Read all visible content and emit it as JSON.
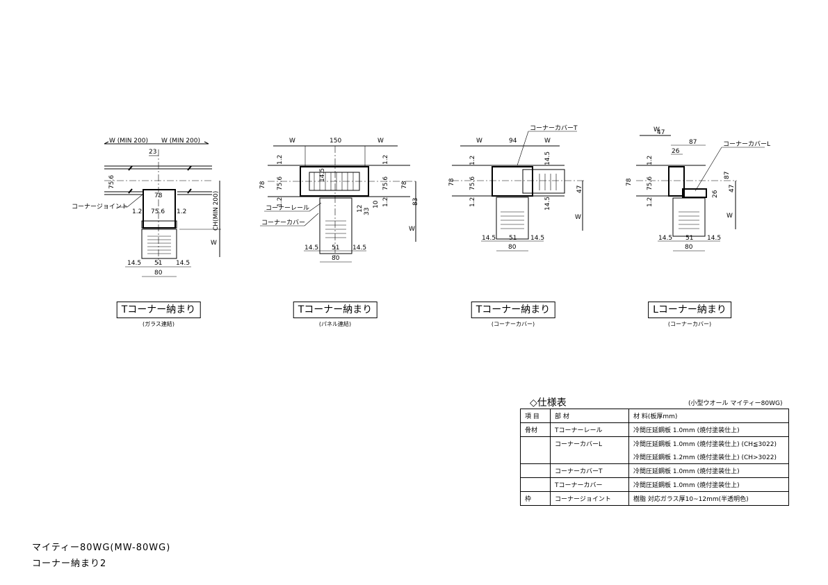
{
  "drawings": [
    {
      "caption": "Tコーナー納まり",
      "subcaption": "(ガラス連結)",
      "dims": {
        "top_left": "W (MIN 200)",
        "top_right": "W (MIN 200)",
        "offset": "23",
        "glass": "75.6",
        "post": "78",
        "left_t": "1.2",
        "inner": "75.6",
        "right_t": "1.2",
        "height": "CH(MIN 200)",
        "stem": "W",
        "b1": "14.5",
        "b2": "51",
        "b3": "14.5",
        "total": "80"
      },
      "labels": {
        "joint": "コーナージョイント"
      }
    },
    {
      "caption": "Tコーナー納まり",
      "subcaption": "(パネル連結)",
      "dims": {
        "top_left": "W",
        "top_mid": "150",
        "top_right": "W",
        "t_top_l": "1.2",
        "face": "14.5",
        "t_top_r": "1.2",
        "h_l": "78",
        "g_l": "75.6",
        "g_r": "75.6",
        "h_r": "78",
        "t_bot_l": "1.2",
        "d10": "10",
        "t_bot_r": "1.2",
        "d33": "33",
        "d12": "12",
        "d83": "83",
        "stem": "W",
        "b1": "14.5",
        "b2": "51",
        "b3": "14.5",
        "total": "80"
      },
      "labels": {
        "rail": "コーナーレール",
        "cover": "コーナーカバー"
      }
    },
    {
      "caption": "Tコーナー納まり",
      "subcaption": "(コーナーカバー)",
      "dims": {
        "top_left": "W",
        "top_mid": "94",
        "top_right": "W",
        "t_top": "1.2",
        "face_top": "14.5",
        "h": "78",
        "g": "75.6",
        "d47": "47",
        "t_bot": "1.2",
        "face_bot": "14.5",
        "stem": "W",
        "b1": "14.5",
        "b2": "51",
        "b3": "14.5",
        "total": "80"
      },
      "labels": {
        "cover_t": "コーナーカバーT"
      }
    },
    {
      "caption": "Lコーナー納まり",
      "subcaption": "(コーナーカバー)",
      "dims": {
        "top_left": "W",
        "d47": "47",
        "d87": "87",
        "d26": "26",
        "t_top": "1.2",
        "h": "78",
        "g": "75.6",
        "t_bot": "1.2",
        "v26": "26",
        "v87": "87",
        "v47": "47",
        "stem": "W",
        "b1": "14.5",
        "b2": "51",
        "b3": "14.5",
        "total": "80"
      },
      "labels": {
        "cover_l": "コーナーカバーL"
      }
    }
  ],
  "spec": {
    "title": "◇仕様表",
    "model": "(小型ウオール マイティー80WG)",
    "headers": [
      "項 目",
      "部 材",
      "材 料(板厚mm)"
    ],
    "rows": [
      {
        "category": "骨材",
        "part": "Tコーナーレール",
        "material": "冷間圧延鋼板 1.0mm (焼付塗装仕上)"
      },
      {
        "category": "",
        "part": "コーナーカバーL",
        "material": "冷間圧延鋼板 1.0mm (焼付塗装仕上) (CH≦3022)"
      },
      {
        "category": "",
        "part": "",
        "material": "冷間圧延鋼板 1.2mm (焼付塗装仕上) (CH>3022)"
      },
      {
        "category": "",
        "part": "コーナーカバーT",
        "material": "冷間圧延鋼板 1.0mm (焼付塗装仕上)"
      },
      {
        "category": "",
        "part": "Tコーナーカバー",
        "material": "冷間圧延鋼板 1.0mm (焼付塗装仕上)"
      },
      {
        "category": "枠",
        "part": "コーナージョイント",
        "material": "樹脂 対応ガラス厚10~12mm(半透明色)"
      }
    ]
  },
  "footer": {
    "product": "マイティー80WG(MW-80WG)",
    "sheet": "コーナー納まり2"
  }
}
